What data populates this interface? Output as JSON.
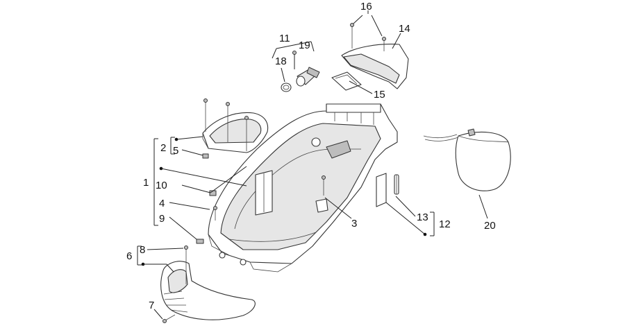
{
  "labels": {
    "p1": "1",
    "p2": "2",
    "p3": "3",
    "p4": "4",
    "p5": "5",
    "p6": "6",
    "p7": "7",
    "p8": "8",
    "p9": "9",
    "p10": "10",
    "p11": "11",
    "p12": "12",
    "p13": "13",
    "p14": "14",
    "p15": "15",
    "p16": "16",
    "p18": "18",
    "p19": "19",
    "p20": "20"
  }
}
